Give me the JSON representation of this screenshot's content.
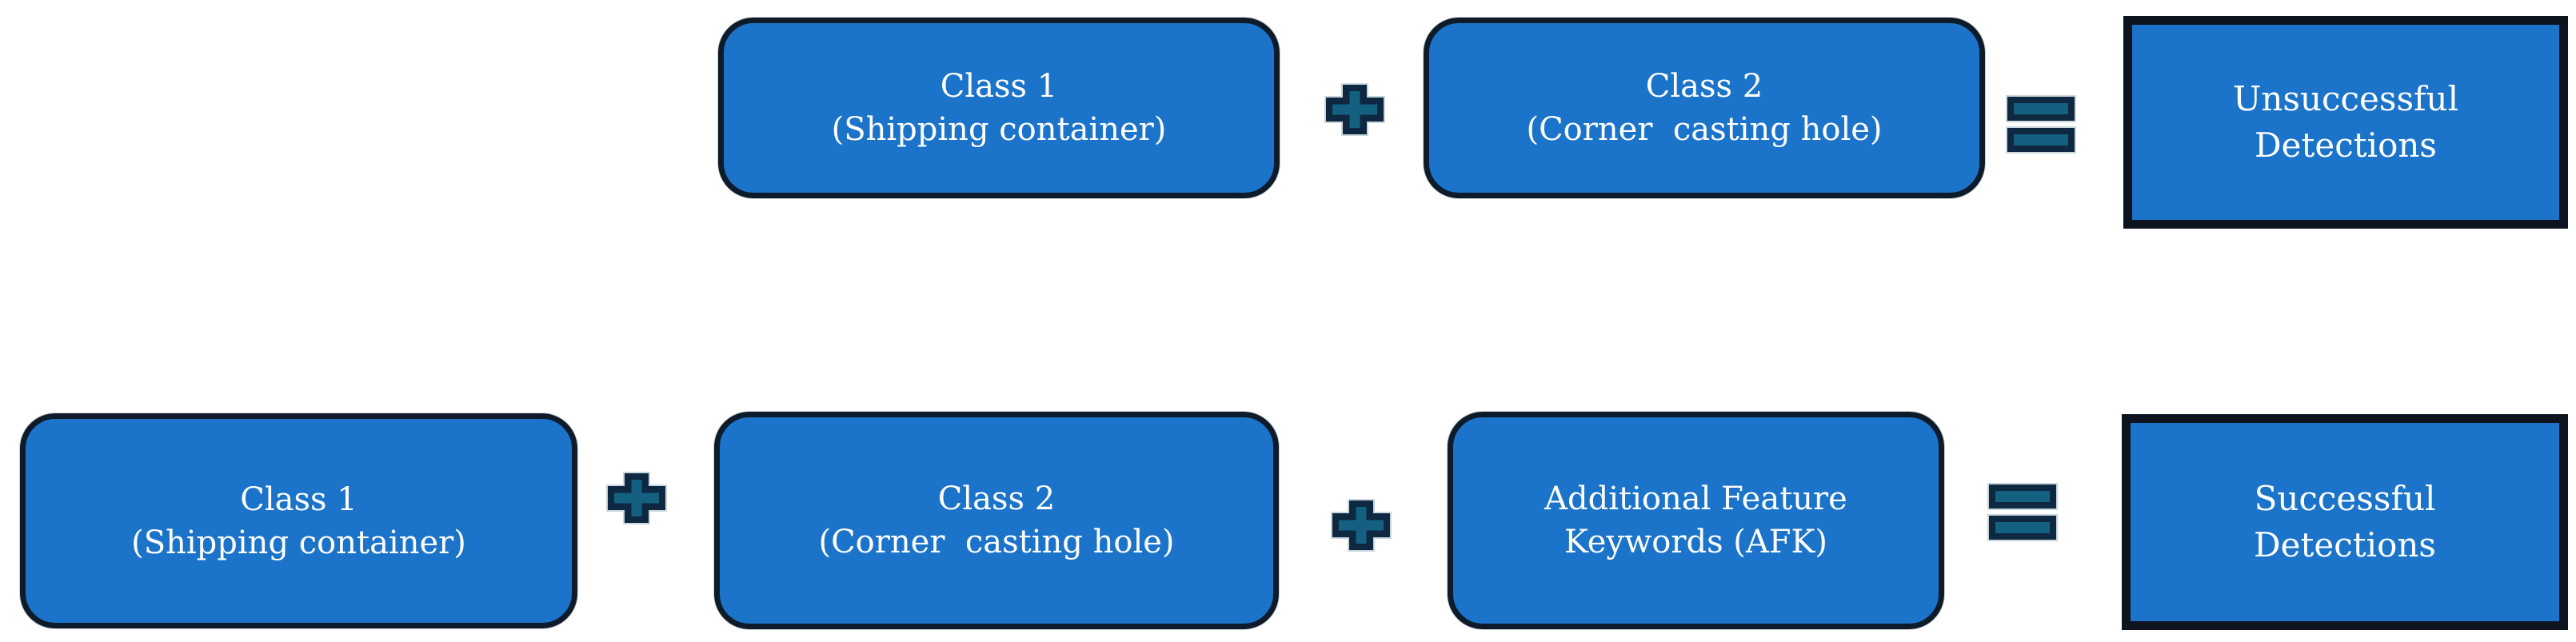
{
  "figure": {
    "description": "Detection classes combination diagram",
    "background": "#FFFFFF"
  },
  "colors": {
    "box_fill": "#1B74C9",
    "box_border": "#0D1B2A",
    "result_border": "#0D1420",
    "operator_fill": "#136080",
    "operator_border": "#0E2841",
    "operator_halo": "#C9D6DC",
    "text": "#FFFFFF"
  },
  "icons": {
    "plus": "plus-icon",
    "equals": "equals-icon"
  },
  "top_row": {
    "class1": {
      "line1": "Class 1",
      "line2": "(Shipping container)"
    },
    "class2": {
      "line1": "Class 2",
      "line2": "(Corner  casting hole)"
    },
    "result": {
      "line1": "Unsuccessful",
      "line2": "Detections"
    }
  },
  "bottom_row": {
    "class1": {
      "line1": "Class 1",
      "line2": "(Shipping container)"
    },
    "class2": {
      "line1": "Class 2",
      "line2": "(Corner  casting hole)"
    },
    "afk": {
      "line1": "Additional Feature",
      "line2": "Keywords (AFK)"
    },
    "result": {
      "line1": "Successful",
      "line2": "Detections"
    }
  }
}
